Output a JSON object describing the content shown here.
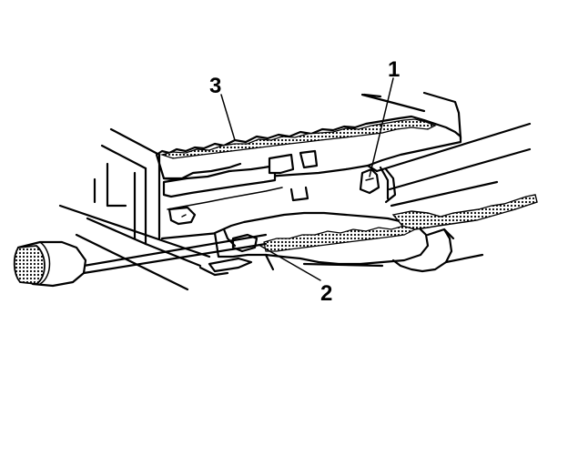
{
  "callouts": {
    "one": "1",
    "two": "2",
    "three": "3"
  }
}
